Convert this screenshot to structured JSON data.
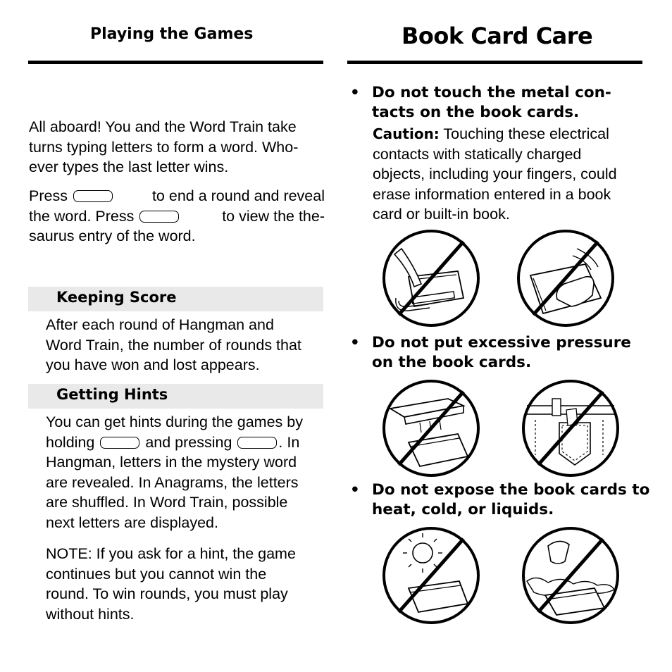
{
  "left_header": "Playing the Games",
  "right_header": "Book Card Care",
  "word_train": {
    "intro_lines": [
      "All aboard! You and the Word Train take",
      "turns typing letters to form a word. Who-",
      "ever types the last letter wins."
    ],
    "press": {
      "l1a": "Press",
      "l1b": "to end a round and reveal",
      "l2a": "the word. Press",
      "l2b": "to view the the-",
      "l3": "saurus entry of the word."
    }
  },
  "keeping_score": {
    "title": "Keeping Score",
    "lines": [
      "After each round of Hangman and",
      "Word Train, the number of rounds that",
      "you have won and lost appears."
    ]
  },
  "getting_hints": {
    "title": "Getting Hints",
    "l1": "You can get hints during the games by",
    "l2a": "holding",
    "l2b": "and pressing",
    "l2c": ". In",
    "lines": [
      "Hangman, letters in the mystery word",
      "are revealed. In Anagrams, the letters",
      "are shuffled. In Word Train, possible",
      "next letters are displayed."
    ],
    "note_lines": [
      "NOTE: If you ask for a hint, the game",
      "continues but you cannot win the",
      "round. To win rounds, you must play",
      "without hints."
    ]
  },
  "care": {
    "bullet": "•",
    "b1_lines": [
      "Do not touch the metal con-",
      "tacts on the book cards."
    ],
    "caution_label": "Caution:",
    "caution_first": "Touching these electrical",
    "caution_lines": [
      "contacts with statically charged",
      "objects, including your fingers, could",
      "erase information entered in a book",
      "card or built-in book."
    ],
    "b2_lines": [
      "Do not put excessive pressure",
      "on the book cards."
    ],
    "b3_lines": [
      "Do not expose the book cards to",
      "heat, cold, or liquids."
    ]
  }
}
